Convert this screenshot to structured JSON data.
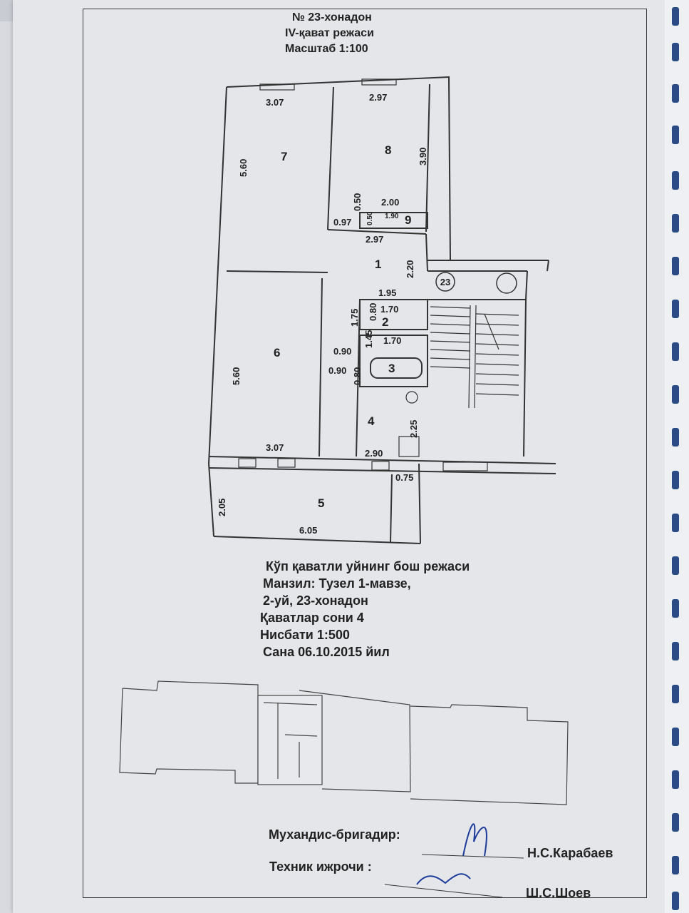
{
  "header": {
    "apartment": "№ 23-хонадон",
    "floor_plan": "IV-қават режаси",
    "scale": "Масштаб 1:100"
  },
  "plan": {
    "rooms": [
      "7",
      "8",
      "9",
      "1",
      "2",
      "3",
      "4",
      "5",
      "6"
    ],
    "stair_number": "23",
    "dimensions": {
      "r7_width": "3.07",
      "r7_length": "5.60",
      "r8_width": "2.97",
      "r8_length": "3.90",
      "r9_width": "2.00",
      "r9_inner": "1.90",
      "r9_small": "0.50",
      "r9_side": "0.50",
      "door_097": "0.97",
      "corridor_width": "2.97",
      "corridor_length": "2.20",
      "r2_width": "1.95",
      "r2_len": "1.75",
      "r2_inner": "1.70",
      "r2_door": "0.80",
      "r3_width": "1.70",
      "r3_len": "1.45",
      "door_090a": "0.90",
      "door_090b": "0.90",
      "door_080": "0.80",
      "r6_width": "3.07",
      "r6_length": "5.60",
      "r4_width": "2.90",
      "r4_length": "2.25",
      "r5_width": "6.05",
      "r5_length": "2.05",
      "r5_side": "0.75"
    }
  },
  "info": {
    "line1": "Кўп қаватли уйнинг бош режаси",
    "line2": "Манзил: Тузел 1-мавзе,",
    "line3": "2-уй, 23-хонадон",
    "line4": "Қаватлар сони  4",
    "line5": "Нисбати 1:500",
    "line6": "Сана 06.10.2015 йил"
  },
  "signatures": {
    "engineer_label": "Мухандис-бригадир:",
    "engineer_name": "Н.С.Карабаев",
    "technician_label": "Техник ижрочи :",
    "technician_name": "Ш.С.Шоев"
  },
  "colors": {
    "line": "#333333",
    "ink": "#1d3c9a",
    "ring": "#2a4b86"
  }
}
